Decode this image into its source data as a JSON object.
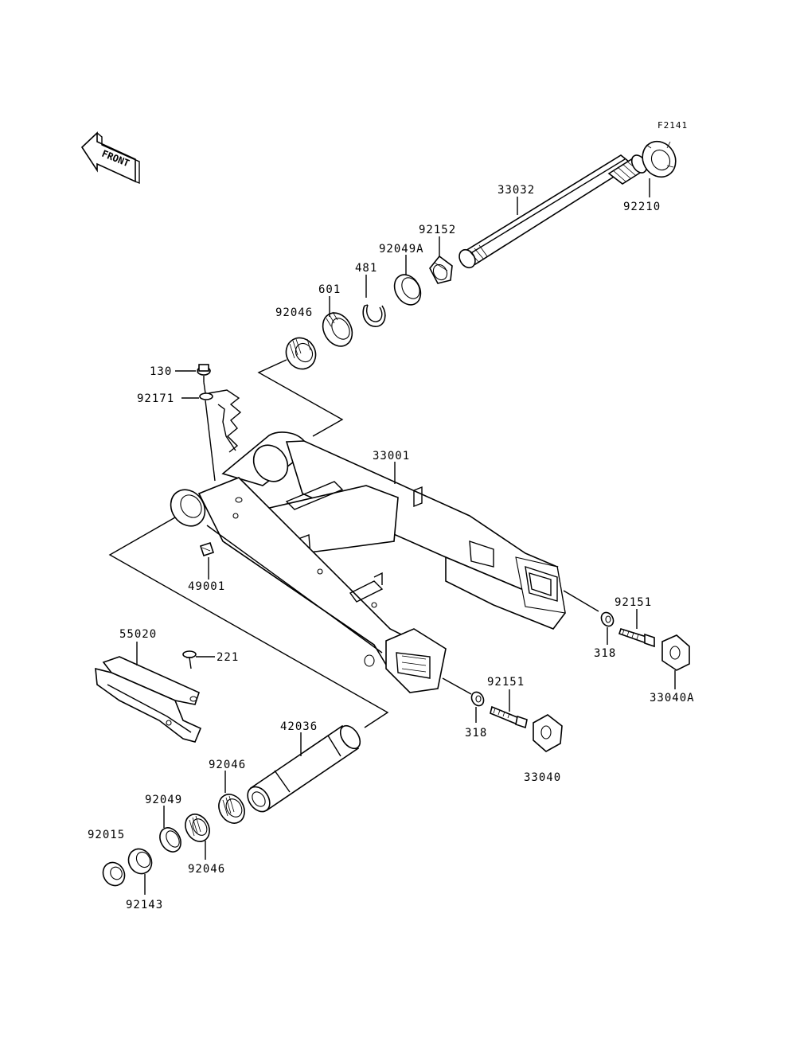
{
  "figure_id": "F2141",
  "orientation_label": "FRONT",
  "labels": {
    "p33032": "33032",
    "p92210": "92210",
    "p92152": "92152",
    "p92049A": "92049A",
    "p481": "481",
    "p601": "601",
    "p92046_top": "92046",
    "p130": "130",
    "p92171": "92171",
    "p33001": "33001",
    "p49001": "49001",
    "p92151_right": "92151",
    "p318_right": "318",
    "p33040A": "33040A",
    "p55020": "55020",
    "p221": "221",
    "p92151_mid": "92151",
    "p318_mid": "318",
    "p33040": "33040",
    "p42036": "42036",
    "p92046_mid": "92046",
    "p92049": "92049",
    "p92015": "92015",
    "p92046_low": "92046",
    "p92143": "92143"
  }
}
